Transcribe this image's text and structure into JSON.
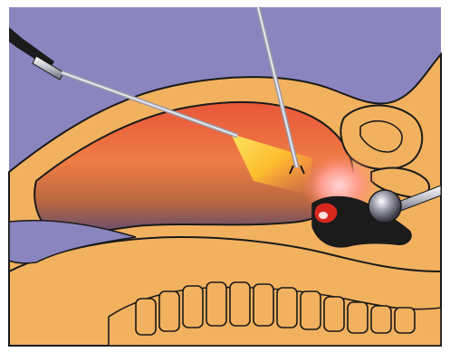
{
  "illustration": {
    "subject": "laparoscopic-pelvic-procedure-cross-section",
    "colors": {
      "background": "#8a85bf",
      "frame": "#ffffff",
      "tissue": "#f2b15f",
      "tissue_outline": "#1a1a1a",
      "cavity_red": "#e25a3a",
      "cavity_orange": "#f08a4a",
      "light_cone": "#ffd21f",
      "uterus_glow": "#ff9a9a",
      "instrument_metal": "#c9c9d2",
      "dark_organ": "#1b1b1b",
      "red_accent": "#d8281c"
    },
    "icons": [
      "laparoscope",
      "grasper-instrument",
      "uterine-manipulator"
    ]
  }
}
